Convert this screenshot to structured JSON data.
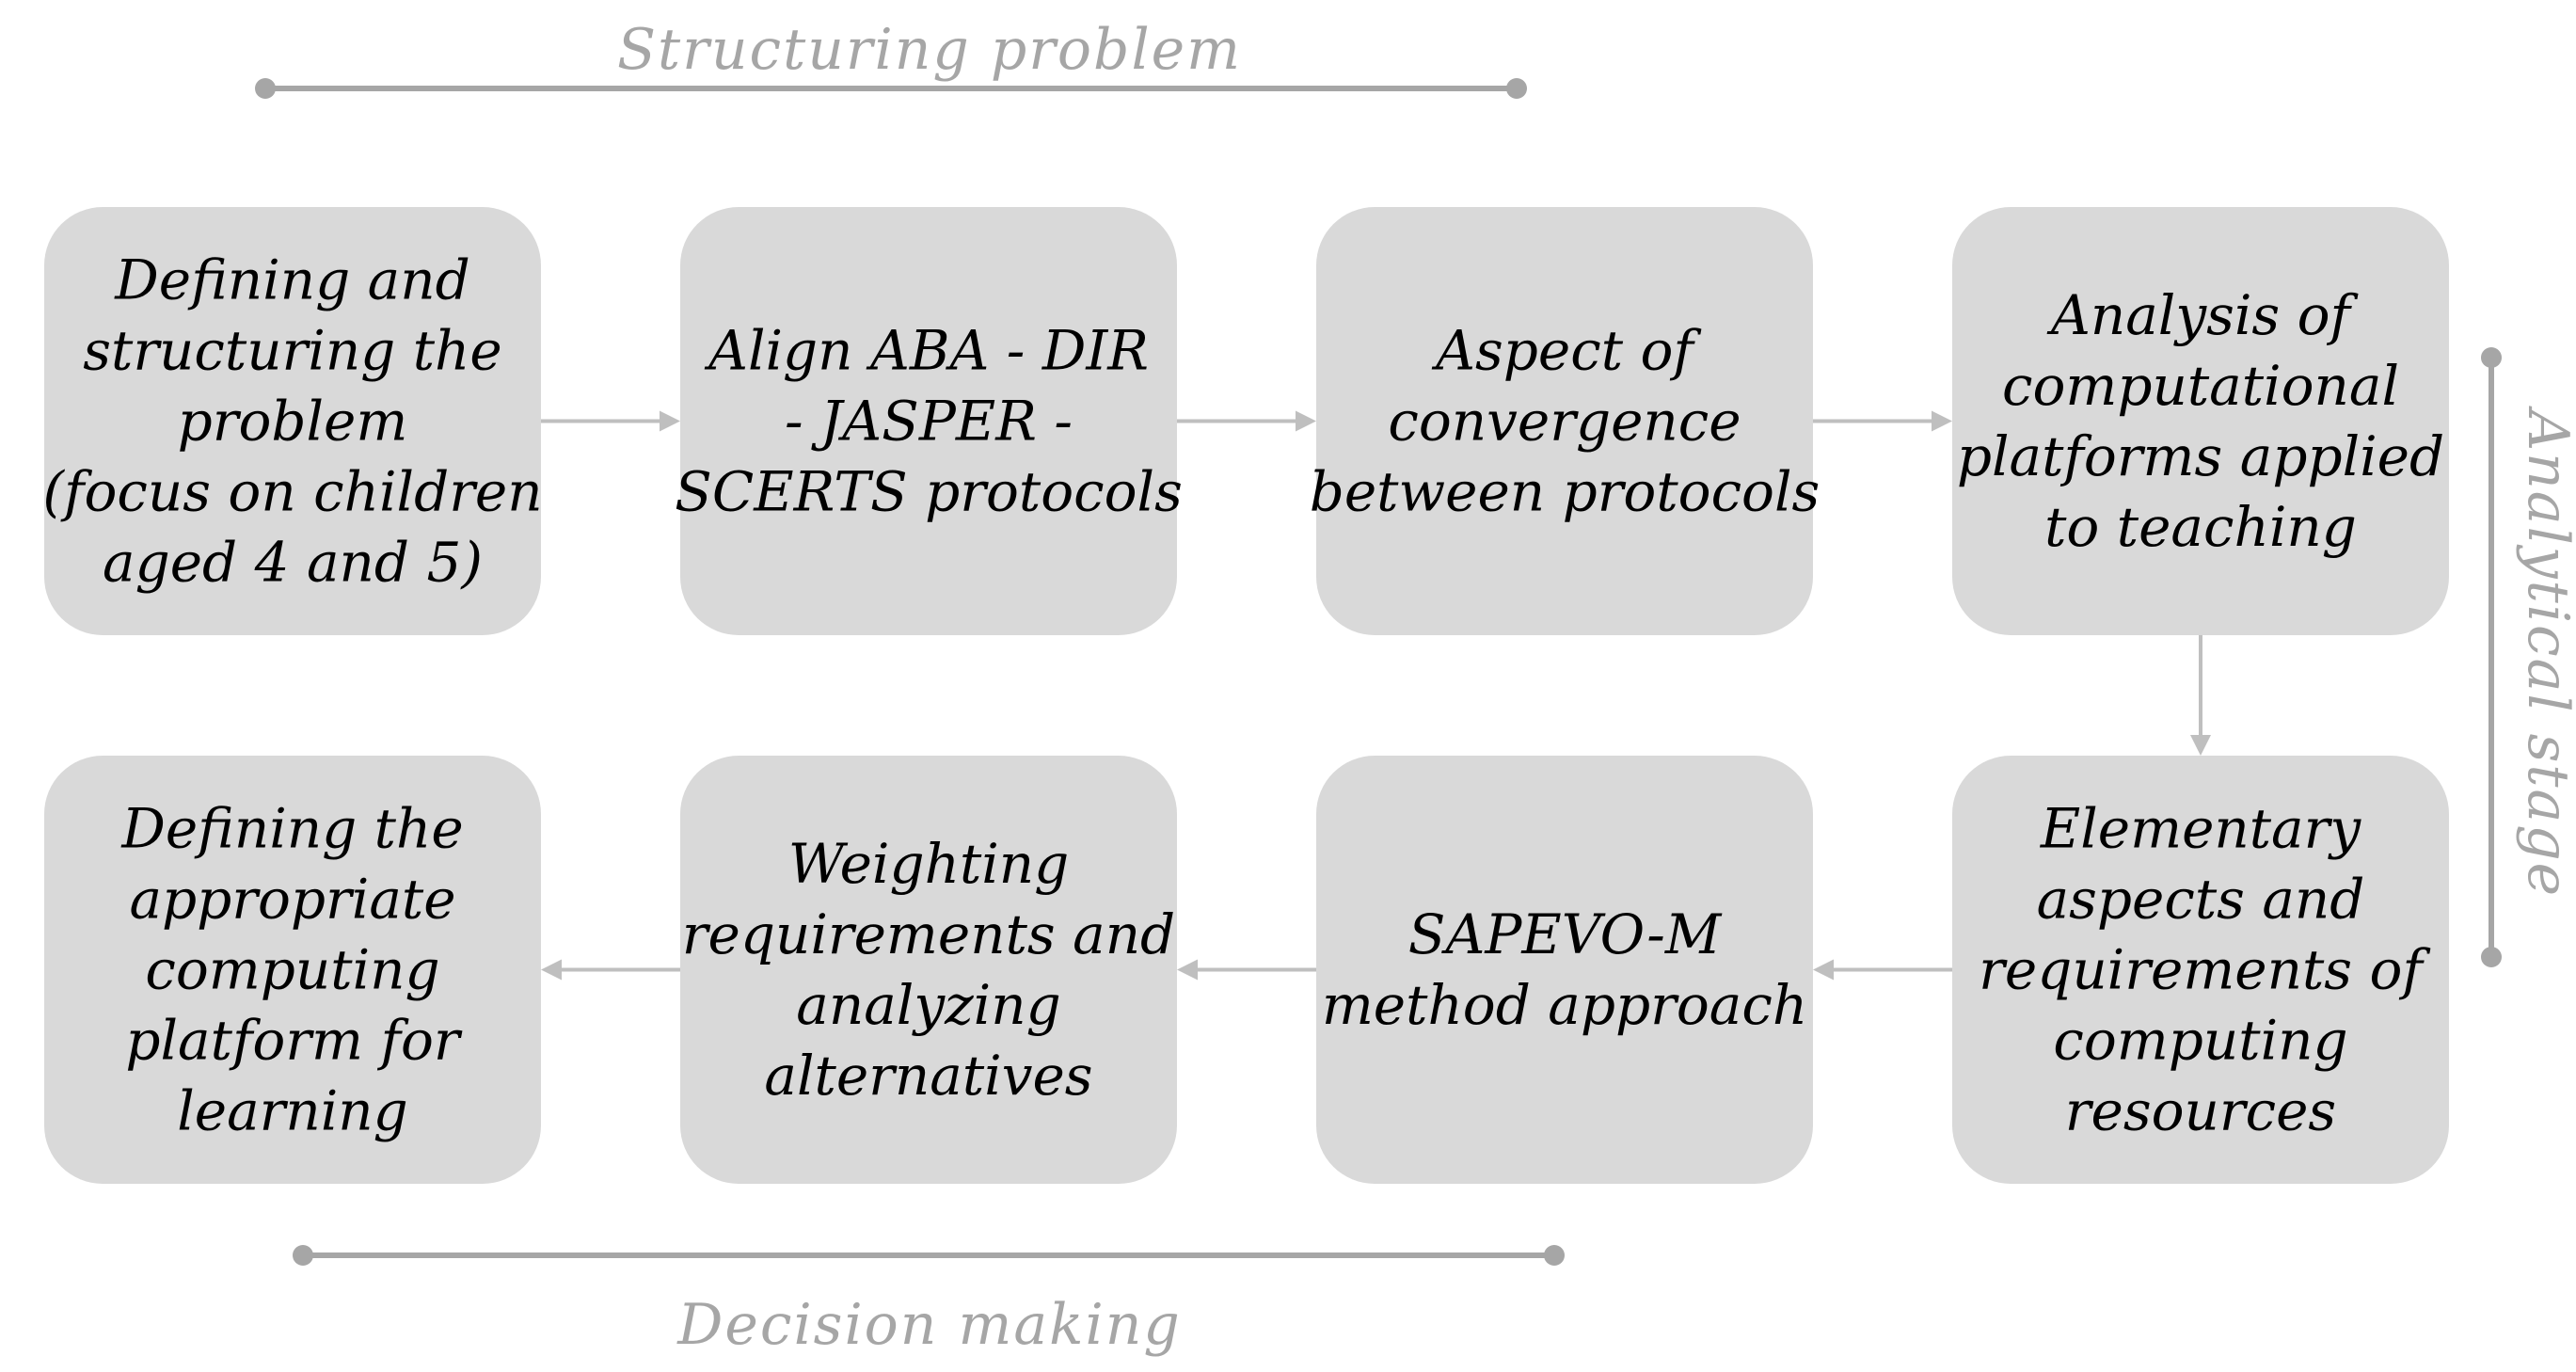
{
  "colors": {
    "box_fill": "#d9d9d9",
    "box_text": "#000000",
    "arrow": "#bfbfbf",
    "bracket": "#a6a6a6",
    "stage_label": "#a6a6a6"
  },
  "stages": {
    "top": "Structuring problem",
    "bottom": "Decision making",
    "right": "Analytical stage"
  },
  "boxes": [
    {
      "id": "step-1",
      "lines": [
        "Defining and",
        "structuring the",
        "problem",
        "(focus on children",
        "aged 4 and 5)"
      ]
    },
    {
      "id": "step-2",
      "lines": [
        "Align ABA - DIR",
        "- JASPER -",
        "SCERTS protocols"
      ]
    },
    {
      "id": "step-3",
      "lines": [
        "Aspect of",
        "convergence",
        "between protocols"
      ]
    },
    {
      "id": "step-4",
      "lines": [
        "Analysis of",
        "computational",
        "platforms applied",
        "to teaching"
      ]
    },
    {
      "id": "step-5",
      "lines": [
        "Elementary",
        "aspects and",
        "requirements of",
        "computing",
        "resources"
      ]
    },
    {
      "id": "step-6",
      "lines": [
        "SAPEVO-M",
        "method approach"
      ]
    },
    {
      "id": "step-7",
      "lines": [
        "Weighting",
        "requirements and",
        "analyzing",
        "alternatives"
      ]
    },
    {
      "id": "step-8",
      "lines": [
        "Defining the",
        "appropriate",
        "computing",
        "platform for",
        "learning"
      ]
    }
  ],
  "edges": [
    {
      "from": "step-1",
      "to": "step-2"
    },
    {
      "from": "step-2",
      "to": "step-3"
    },
    {
      "from": "step-3",
      "to": "step-4"
    },
    {
      "from": "step-4",
      "to": "step-5"
    },
    {
      "from": "step-5",
      "to": "step-6"
    },
    {
      "from": "step-6",
      "to": "step-7"
    },
    {
      "from": "step-7",
      "to": "step-8"
    }
  ]
}
